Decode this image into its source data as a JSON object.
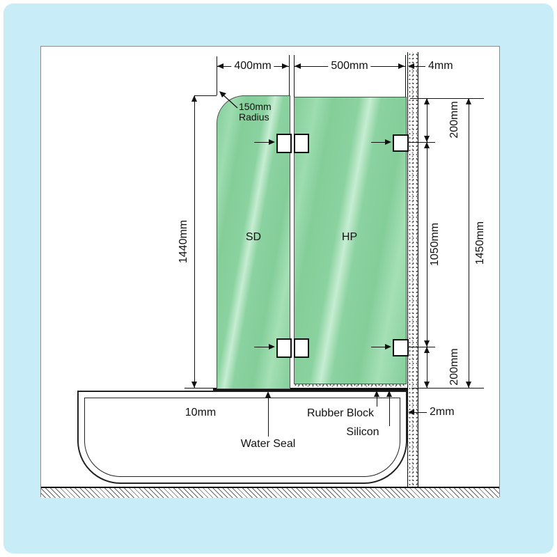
{
  "labels": {
    "dim_400": "400mm",
    "dim_500": "500mm",
    "dim_4": "4mm",
    "radius_line1": "150mm",
    "radius_line2": "Radius",
    "dim_1440": "1440mm",
    "dim_200_top": "200mm",
    "dim_1050": "1050mm",
    "dim_1450": "1450mm",
    "dim_200_bottom": "200mm",
    "panel_sd": "SD",
    "panel_hp": "HP",
    "dim_10": "10mm",
    "water_seal": "Water Seal",
    "rubber_block": "Rubber Block",
    "silicon": "Silicon",
    "dim_2": "2mm"
  },
  "colors": {
    "background": "#c9edf8",
    "glass_green": "#8fd3a3",
    "line": "#111111"
  }
}
